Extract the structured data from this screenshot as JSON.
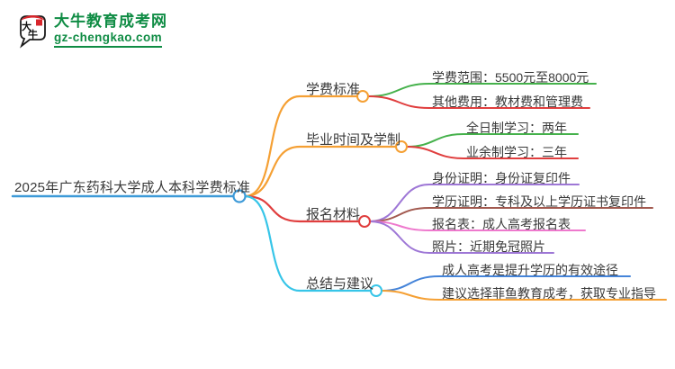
{
  "logo": {
    "site_name": "大牛教育成考网",
    "site_url": "gz-chengkao.com",
    "brand_color": "#0f8c44",
    "mascot_text_top": "大",
    "mascot_text_bottom": "牛"
  },
  "mindmap": {
    "root": {
      "label": "2025年广东药科大学成人本科学费标准",
      "color": "#3d9ad8"
    },
    "branches": [
      {
        "label": "学费标准",
        "color": "#f5a034",
        "children": [
          {
            "label": "学费范围：5500元至8000元",
            "color": "#45b14b"
          },
          {
            "label": "其他费用：教材费和管理费",
            "color": "#e03e3e"
          }
        ]
      },
      {
        "label": "毕业时间及学制",
        "color": "#f5a034",
        "children": [
          {
            "label": "全日制学习：两年",
            "color": "#45b14b"
          },
          {
            "label": "业余制学习：三年",
            "color": "#e03e3e"
          }
        ]
      },
      {
        "label": "报名材料",
        "color": "#e03e3e",
        "children": [
          {
            "label": "身份证明：身份证复印件",
            "color": "#9e77d6"
          },
          {
            "label": "学历证明：专科及以上学历证书复印件",
            "color": "#a2594f"
          },
          {
            "label": "报名表：成人高考报名表",
            "color": "#ee79cd"
          },
          {
            "label": "照片：近期免冠照片",
            "color": "#9e77d6"
          }
        ]
      },
      {
        "label": "总结与建议",
        "color": "#37c5e8",
        "children": [
          {
            "label": "成人高考是提升学历的有效途径",
            "color": "#4584d9"
          },
          {
            "label": "建议选择菲鱼教育成考，获取专业指导",
            "color": "#f5a034"
          }
        ]
      }
    ]
  }
}
